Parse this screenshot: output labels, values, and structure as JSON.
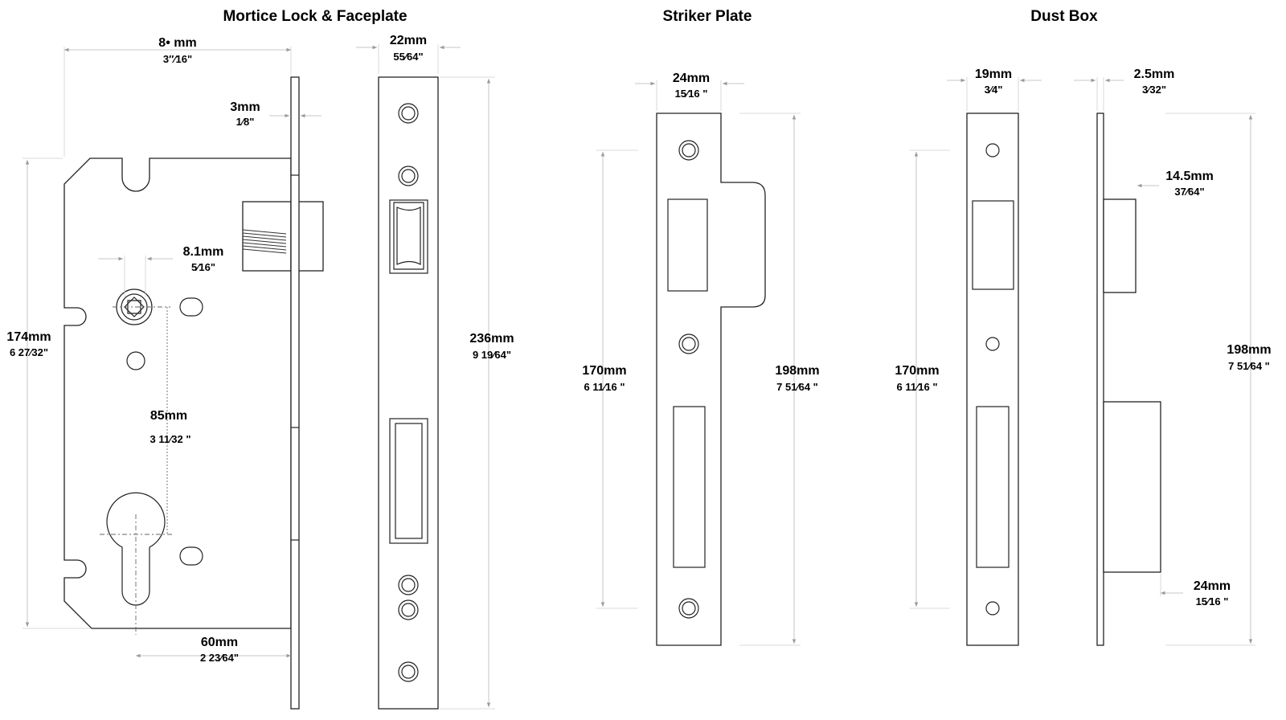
{
  "sections": {
    "mortice": {
      "title": "Mortice Lock & Faceplate"
    },
    "striker": {
      "title": "Striker Plate"
    },
    "dustbox": {
      "title": "Dust Box"
    }
  },
  "dimensions": {
    "backset": {
      "mm": "8• mm",
      "inch": "3″⁄16\""
    },
    "faceplate_width": {
      "mm": "22mm",
      "inch": "55⁄64\""
    },
    "faceplate_thick": {
      "mm": "3mm",
      "inch": "1⁄8\""
    },
    "spindle": {
      "mm": "8.1mm",
      "inch": "5⁄16\""
    },
    "case_height": {
      "mm": "174mm",
      "inch": "6 27⁄32\""
    },
    "centres": {
      "mm": "85mm",
      "inch": "3 11⁄32 \""
    },
    "case_depth": {
      "mm": "60mm",
      "inch": "2 23⁄64\""
    },
    "faceplate_len": {
      "mm": "236mm",
      "inch": "9 19⁄64\""
    },
    "striker_width": {
      "mm": "24mm",
      "inch": "15⁄16 \""
    },
    "striker_centres": {
      "mm": "170mm",
      "inch": "6 11⁄16 \""
    },
    "striker_len": {
      "mm": "198mm",
      "inch": "7 51⁄64 \""
    },
    "dust_width": {
      "mm": "19mm",
      "inch": "3⁄4\""
    },
    "dust_thick": {
      "mm": "2.5mm",
      "inch": "3⁄32\""
    },
    "dust_centres": {
      "mm": "170mm",
      "inch": "6 11⁄16 \""
    },
    "dust_small": {
      "mm": "14.5mm",
      "inch": "37⁄64\""
    },
    "dust_len": {
      "mm": "198mm",
      "inch": "7 51⁄64 \""
    },
    "dust_large": {
      "mm": "24mm",
      "inch": "15⁄16 \""
    }
  }
}
